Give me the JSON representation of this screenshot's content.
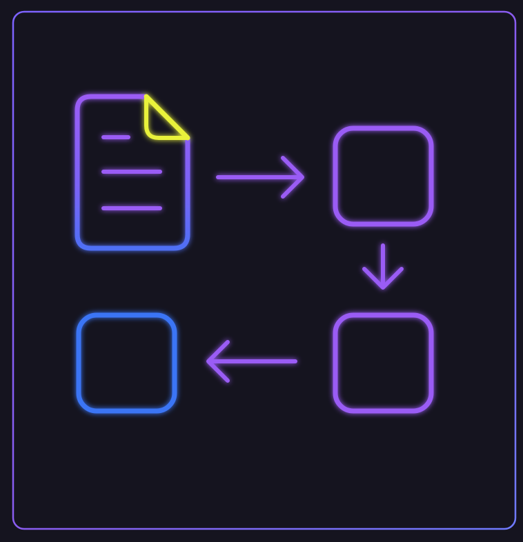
{
  "colors": {
    "background": "#15141f",
    "frame": "#8f6dff",
    "purple": "#9a5cf5",
    "blue": "#3a74f5",
    "yellow": "#e9f23a"
  },
  "nodes": [
    {
      "id": "document",
      "icon": "document-icon"
    },
    {
      "id": "step-1",
      "icon": "rounded-square-icon"
    },
    {
      "id": "step-2",
      "icon": "rounded-square-icon"
    },
    {
      "id": "step-3",
      "icon": "rounded-square-icon"
    }
  ],
  "edges": [
    {
      "from": "document",
      "to": "step-1",
      "direction": "right"
    },
    {
      "from": "step-1",
      "to": "step-2",
      "direction": "down"
    },
    {
      "from": "step-2",
      "to": "step-3",
      "direction": "left"
    }
  ]
}
